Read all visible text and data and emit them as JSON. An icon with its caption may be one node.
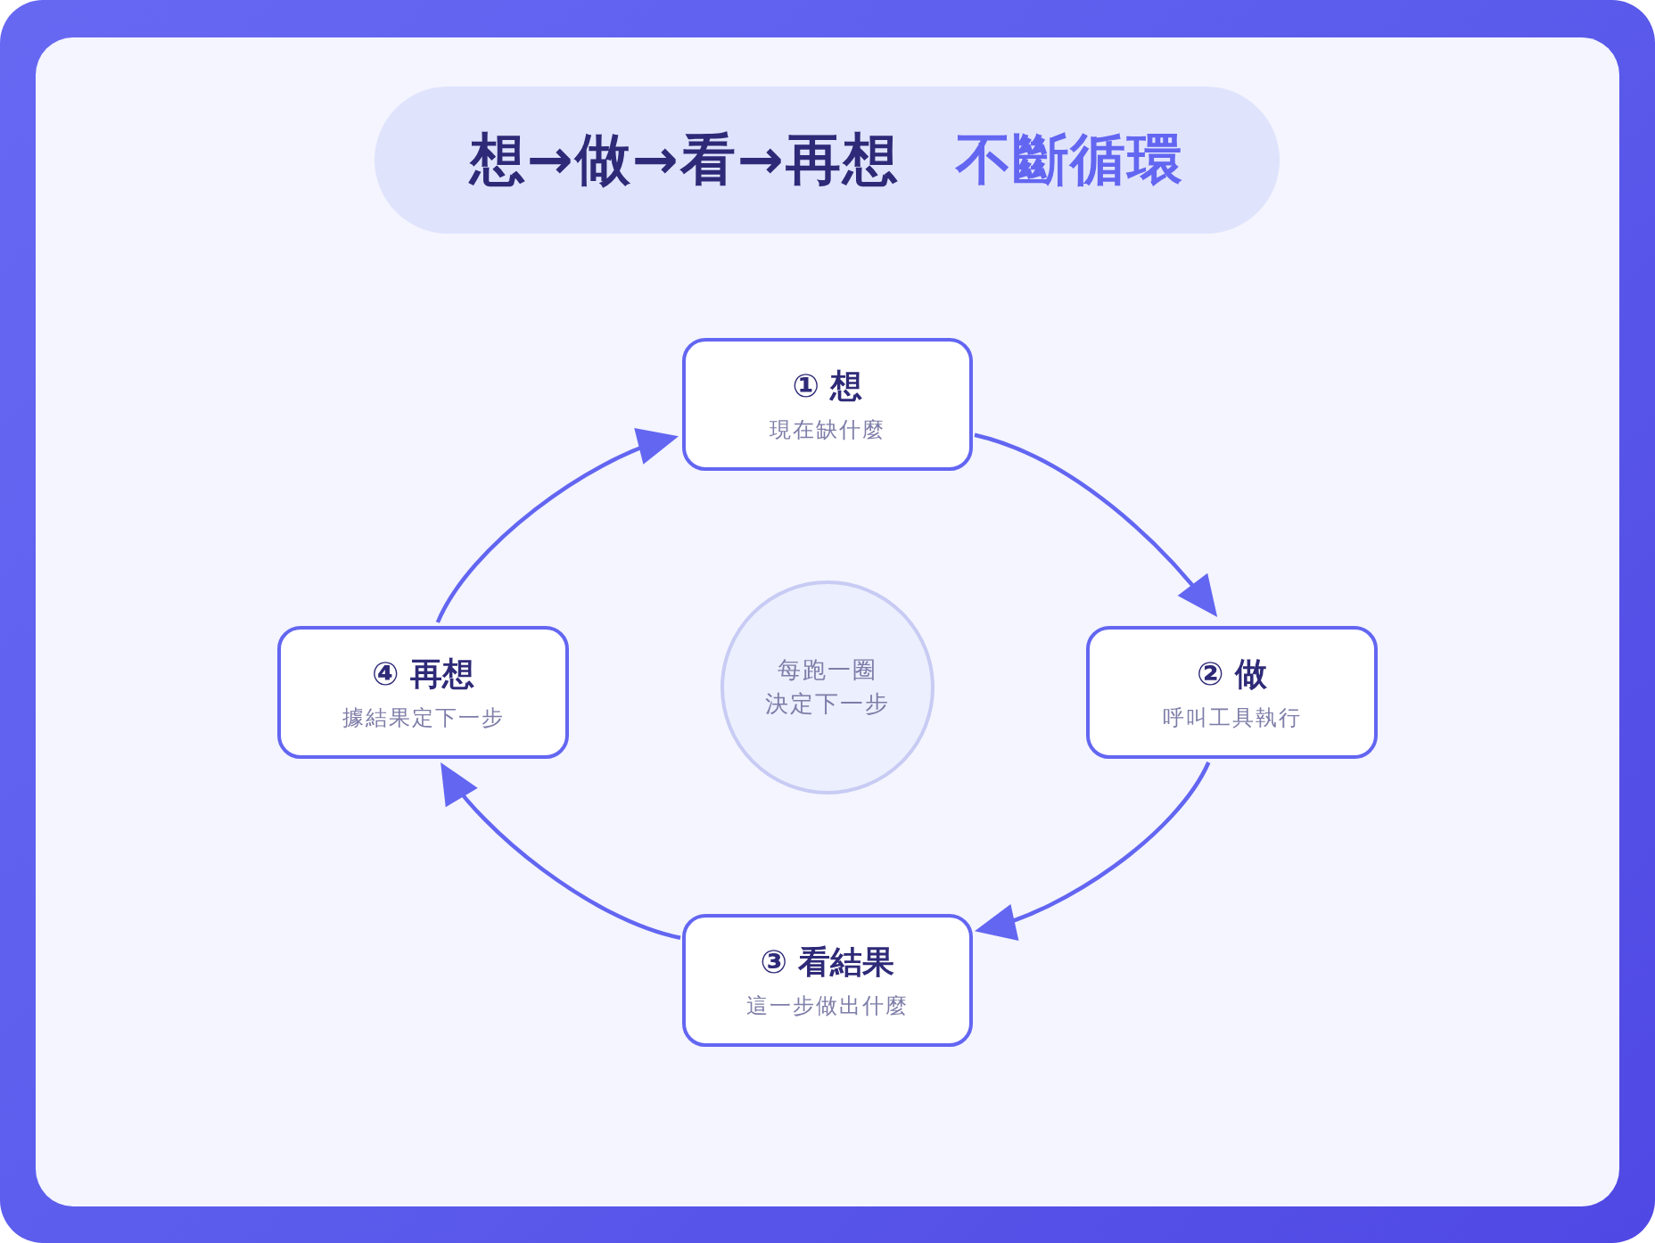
{
  "diagram": {
    "title": "想→做→看→再想 不斷循環",
    "nodes": [
      {
        "text": [
          "① 想",
          "現在缺什麼"
        ]
      },
      {
        "text": [
          "② 做",
          "呼叫工具執行"
        ]
      },
      {
        "text": [
          "③ 看結果",
          "這一步做出什麼"
        ]
      },
      {
        "text": [
          "④ 再想",
          "據結果定下一步"
        ]
      },
      {
        "text": [
          "每跑一圈",
          "決定下一步"
        ]
      }
    ],
    "edges": [
      {
        "from": 0,
        "to": 1,
        "arrow": "to"
      },
      {
        "from": 1,
        "to": 2,
        "arrow": "to"
      },
      {
        "from": 2,
        "to": 3,
        "arrow": "to"
      },
      {
        "from": 3,
        "to": 0,
        "arrow": "to"
      }
    ]
  }
}
